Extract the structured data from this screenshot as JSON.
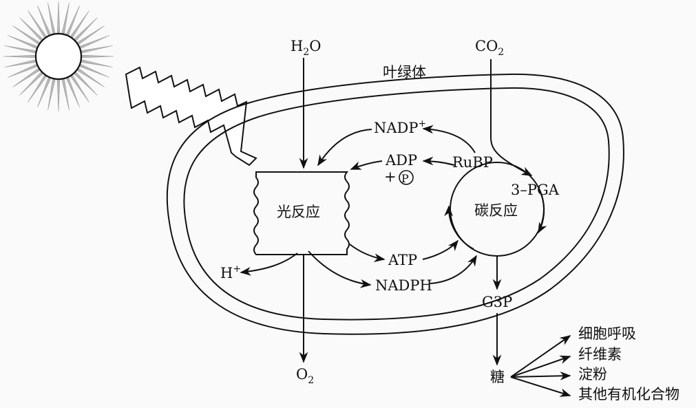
{
  "labels": {
    "h2o": {
      "main": "H",
      "sub": "2",
      "tail": "O"
    },
    "co2": {
      "main": "CO",
      "sub": "2"
    },
    "chloroplast": "叶绿体",
    "nadp_plus": {
      "main": "NADP",
      "sup": "+"
    },
    "adp": "ADP",
    "pi_plus": "+",
    "pi_symbol": "P",
    "rubp": "RuBP",
    "pga": "3–PGA",
    "light_reaction": "光反应",
    "carbon_reaction": "碳反应",
    "atp": "ATP",
    "nadph": "NADPH",
    "h_plus": {
      "main": "H",
      "sup": "+"
    },
    "g3p": "G3P",
    "o2": {
      "main": "O",
      "sub": "2"
    },
    "sugar": "糖",
    "products": [
      "细胞呼吸",
      "纤维素",
      "淀粉",
      "其他有机化合物"
    ]
  },
  "icons": {
    "sun": "sun-icon",
    "light": "lightning-arrow-icon",
    "phosphate": "phosphate-circle-icon"
  },
  "colors": {
    "ink": "#111111",
    "background": "#fafafa",
    "sun": "#b8b8b8"
  }
}
